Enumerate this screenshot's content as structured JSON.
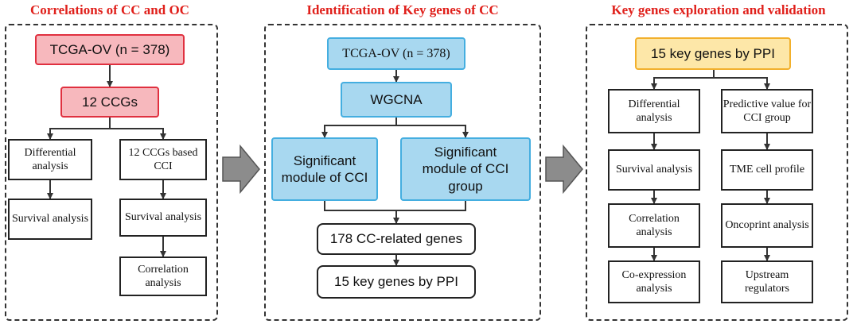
{
  "sections": {
    "left": {
      "title": "Correlations of CC and OC"
    },
    "middle": {
      "title": "Identification of Key genes of CC"
    },
    "right": {
      "title": "Key genes exploration and validation"
    }
  },
  "left": {
    "top": "TCGA-OV (n = 378)",
    "ccgs": "12 CCGs",
    "diff": "Differential analysis",
    "cci": "12 CCGs based CCI",
    "surv1": "Survival analysis",
    "surv2": "Survival analysis",
    "corr": "Correlation analysis"
  },
  "middle": {
    "top": "TCGA-OV (n = 378)",
    "wgcna": "WGCNA",
    "mod1": "Significant module of CCI",
    "mod2": "Significant module of CCI group",
    "genes178": "178 CC-related genes",
    "key15": "15 key genes by PPI"
  },
  "right": {
    "top": "15 key genes by PPI",
    "diff": "Differential analysis",
    "pred": "Predictive value for CCI group",
    "surv": "Survival analysis",
    "tme": "TME cell profile",
    "corr": "Correlation analysis",
    "onco": "Oncoprint analysis",
    "coexp": "Co-expression analysis",
    "up": "Upstream regulators"
  },
  "colors": {
    "title_red": "#e0201b",
    "red_fill": "#f7b8bd",
    "blue_fill": "#a8d8f0",
    "yellow_fill": "#fde7a8",
    "transition_arrow": "#8c8c8c"
  }
}
